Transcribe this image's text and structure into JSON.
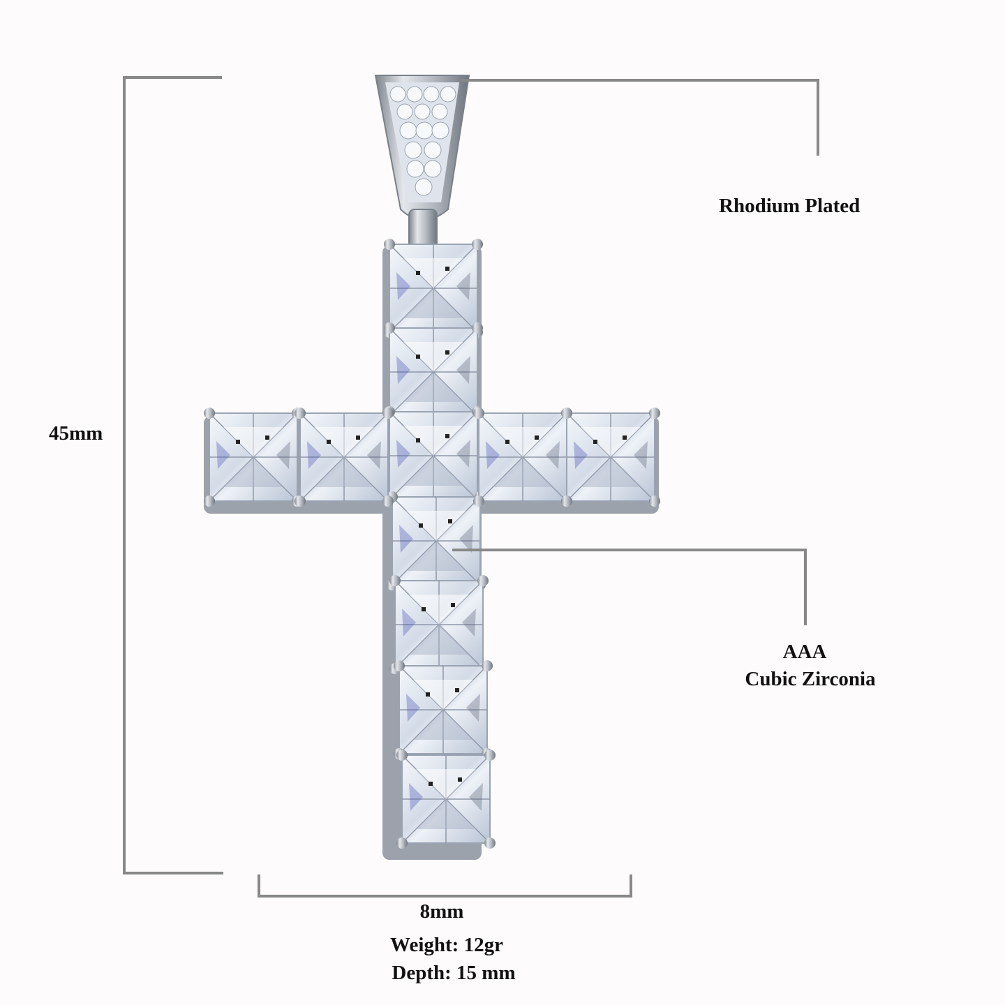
{
  "product": {
    "name": "cross-pendant",
    "stone_count": 11,
    "bail_stones": "pave round stones",
    "colors": {
      "metal": "#c8ccd2",
      "metal_dark": "#8d939b",
      "stone_light": "#f3f6fb",
      "stone_mid": "#cdd6e3",
      "stone_dark": "#5b6478",
      "stone_accent": "#4a57b8",
      "line": "#888888",
      "background": "#fdfbfb"
    }
  },
  "annotations": {
    "height": "45mm",
    "width": "8mm",
    "plating": "Rhodium Plated",
    "stone_grade": "AAA",
    "stone_type": "Cubic Zirconia",
    "weight": "Weight: 12gr",
    "depth": "Depth: 15 mm"
  }
}
